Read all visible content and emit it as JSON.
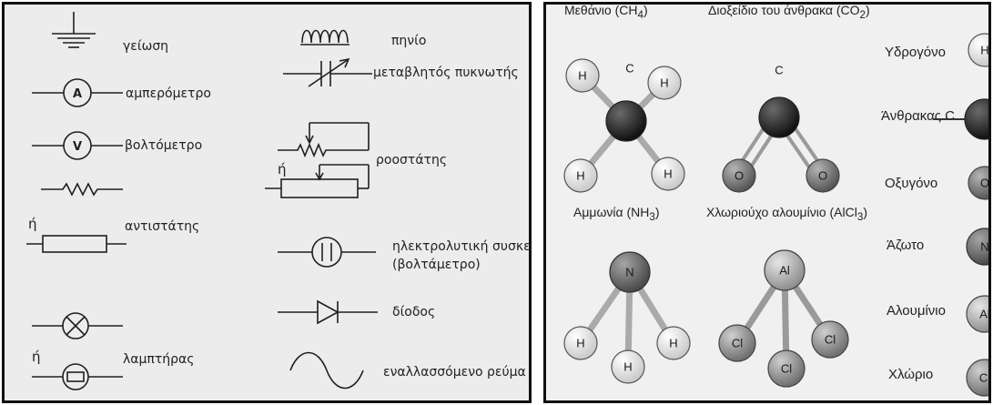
{
  "left_panel": {
    "symbols": {
      "ground": "γείωση",
      "ammeter": "αμπερόμετρο",
      "ammeter_letter": "A",
      "voltmeter": "βολτόμετρο",
      "voltmeter_letter": "V",
      "resistor": "αντιστάτης",
      "lamp": "λαμπτήρας",
      "coil": "πηνίο",
      "variable_capacitor": "μεταβλητός πυκνωτής",
      "rheostat": "ροοστάτης",
      "electrolytic_line1": "ηλεκτρολυτική συσκευή",
      "electrolytic_line2": "(βολτάμετρο)",
      "diode": "δίοδος",
      "ac": "εναλλασσόμενο ρεύμα"
    },
    "or_word": "ή"
  },
  "right_panel": {
    "molecules": {
      "methane": {
        "name": "Μεθάνιο (CH",
        "sub": "4",
        "close": ")"
      },
      "co2": {
        "name": "Διοξείδιο του άνθρακα (CO",
        "sub": "2",
        "close": ")"
      },
      "ammonia": {
        "name": "Αμμωνία (NH",
        "sub": "3",
        "close": ")"
      },
      "alcl3": {
        "name": "Χλωριούχο αλουμίνιο (AlCl",
        "sub": "3",
        "close": ")"
      }
    },
    "atom_letters": {
      "H": "H",
      "C": "C",
      "O": "O",
      "N": "N",
      "Al": "Al",
      "Cl": "Cl"
    },
    "legend": [
      {
        "label": "Υδρογόνο",
        "symbol": "H",
        "color": "#e6e6e6"
      },
      {
        "label": "Άνθρακας C",
        "symbol": "",
        "color": "#2b2b2b"
      },
      {
        "label": "Οξυγόνο",
        "symbol": "O",
        "color": "#8a8a8a"
      },
      {
        "label": "Άζωτο",
        "symbol": "N",
        "color": "#7a7a7a"
      },
      {
        "label": "Αλουμίνιο",
        "symbol": "Al",
        "color": "#bdbdbd"
      },
      {
        "label": "Χλώριο",
        "symbol": "Cl",
        "color": "#a0a0a0"
      }
    ]
  }
}
